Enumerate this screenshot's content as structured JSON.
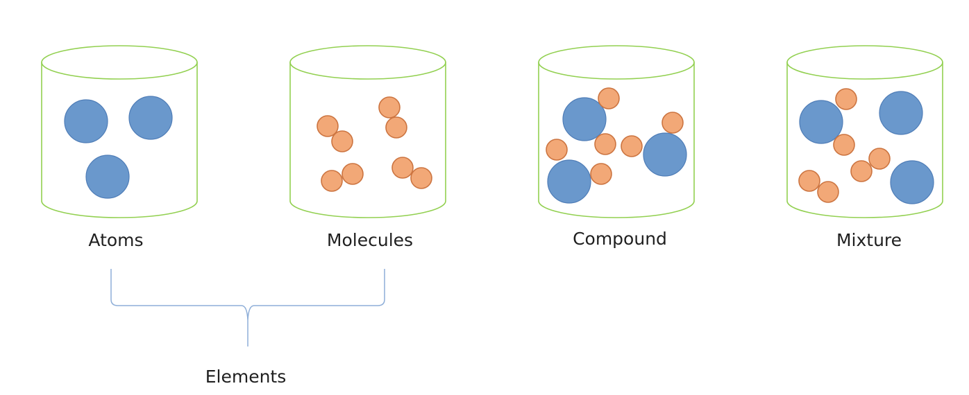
{
  "colors": {
    "background": "#ffffff",
    "container_outline": "#92d050",
    "atom_fill": "#6a98cc",
    "atom_stroke": "#4f7db7",
    "small_particle_fill": "#f2a877",
    "small_particle_stroke": "#cc7440",
    "brace": "#8eaed8",
    "text": "#1f1f1f"
  },
  "containers": [
    {
      "id": "atoms",
      "label": "Atoms"
    },
    {
      "id": "molecules",
      "label": "Molecules"
    },
    {
      "id": "compound",
      "label": "Compound"
    },
    {
      "id": "mixture",
      "label": "Mixture"
    }
  ],
  "grouping": {
    "label": "Elements",
    "spans": [
      "Atoms",
      "Molecules"
    ]
  }
}
